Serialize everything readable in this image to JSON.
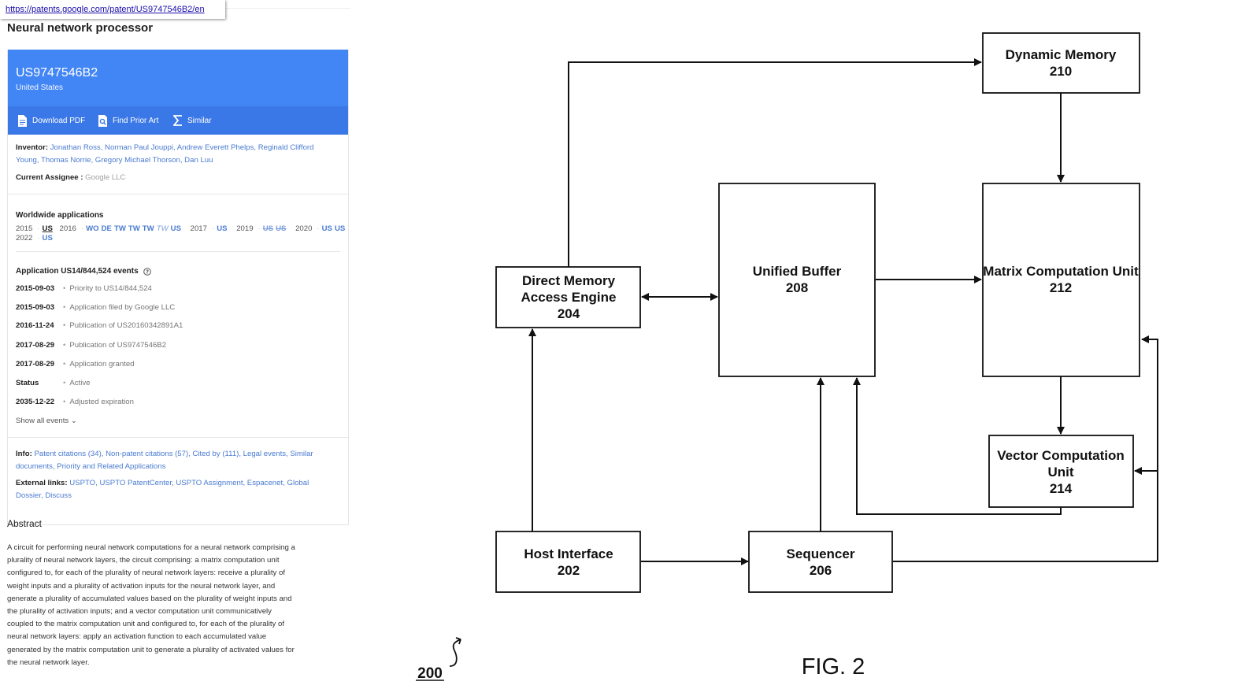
{
  "url": "https://patents.google.com/patent/US9747546B2/en",
  "title": "Neural network processor",
  "publication_number": "US9747546B2",
  "country": "United States",
  "actions": {
    "download": "Download PDF",
    "prior_art": "Find Prior Art",
    "similar": "Similar"
  },
  "inventor_label": "Inventor:",
  "inventors": "Jonathan Ross, Norman Paul Jouppi, Andrew Everett Phelps, Reginald Clifford Young, Thomas Norrie, Gregory Michael Thorson, Dan Luu",
  "assignee_label": "Current Assignee :",
  "assignee": "Google LLC",
  "worldwide": {
    "label": "Worldwide applications",
    "years": [
      {
        "year": "2015",
        "codes": [
          "US"
        ]
      },
      {
        "year": "2016",
        "codes": [
          "WO",
          "DE",
          "TW",
          "TW",
          "TW",
          "TW",
          "US"
        ]
      },
      {
        "year": "2017",
        "codes": [
          "US"
        ]
      },
      {
        "year": "2019",
        "codes": [
          "US",
          "US"
        ]
      },
      {
        "year": "2020",
        "codes": [
          "US",
          "US"
        ]
      },
      {
        "year": "2022",
        "codes": [
          "US"
        ]
      }
    ]
  },
  "events_title": "Application US14/844,524 events",
  "events": [
    {
      "date": "2015-09-03",
      "text": "Priority to US14/844,524"
    },
    {
      "date": "2015-09-03",
      "text": "Application filed by Google LLC"
    },
    {
      "date": "2016-11-24",
      "text": "Publication of US20160342891A1"
    },
    {
      "date": "2017-08-29",
      "text": "Publication of US9747546B2"
    },
    {
      "date": "2017-08-29",
      "text": "Application granted"
    },
    {
      "date": "Status",
      "text": "Active"
    },
    {
      "date": "2035-12-22",
      "text": "Adjusted expiration"
    }
  ],
  "show_all": "Show all events",
  "info_label": "Info:",
  "info_links": "Patent citations (34), Non-patent citations (57), Cited by (111), Legal events, Similar documents, Priority and Related Applications",
  "external_label": "External links:",
  "external_links": "USPTO, USPTO PatentCenter, USPTO Assignment, Espacenet, Global Dossier, Discuss",
  "abstract_title": "Abstract",
  "abstract": "A circuit for performing neural network computations for a neural network comprising a plurality of neural network layers, the circuit comprising: a matrix computation unit configured to, for each of the plurality of neural network layers: receive a plurality of weight inputs and a plurality of activation inputs for the neural network layer, and generate a plurality of accumulated values based on the plurality of weight inputs and the plurality of activation inputs; and a vector computation unit communicatively coupled to the matrix computation unit and configured to, for each of the plurality of neural network layers: apply an activation function to each accumulated value generated by the matrix computation unit to generate a plurality of activated values for the neural network layer.",
  "figure": {
    "label": "FIG. 2",
    "ref": "200",
    "blocks": {
      "dynamic_memory": [
        "Dynamic Memory",
        "210"
      ],
      "dma": [
        "Direct Memory",
        "Access Engine",
        "204"
      ],
      "unified_buffer": [
        "Unified Buffer",
        "208"
      ],
      "matrix": [
        "Matrix Computation Unit",
        "212"
      ],
      "vector": [
        "Vector Computation",
        "Unit",
        "214"
      ],
      "host": [
        "Host Interface",
        "202"
      ],
      "sequencer": [
        "Sequencer",
        "206"
      ]
    }
  }
}
